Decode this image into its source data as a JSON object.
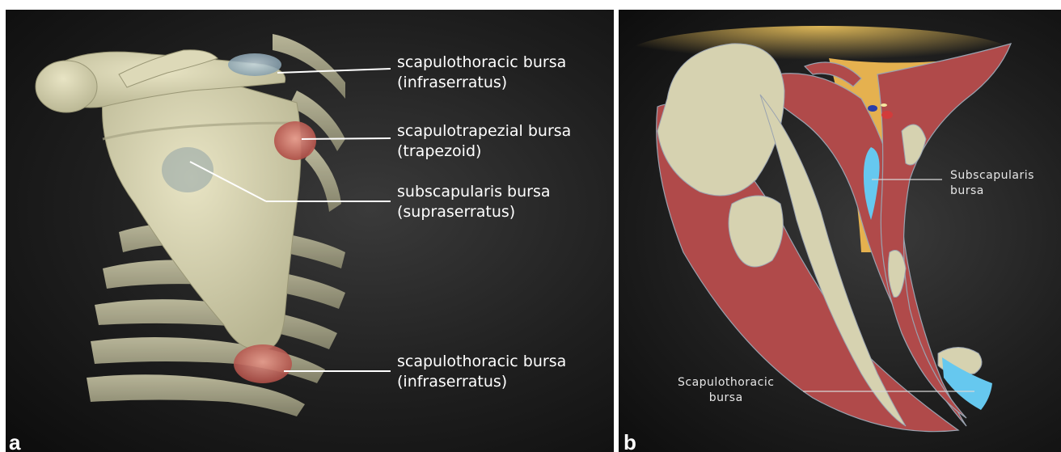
{
  "panel_a": {
    "letter": "a",
    "labels": [
      {
        "line1": "scapulothoracic bursa",
        "line2": "(infraserratus)"
      },
      {
        "line1": "scapulotrapezial bursa",
        "line2": "(trapezoid)"
      },
      {
        "line1": "subscapularis bursa",
        "line2": "(supraserratus)"
      },
      {
        "line1": "scapulothoracic bursa",
        "line2": "(infraserratus)"
      }
    ]
  },
  "panel_b": {
    "letter": "b",
    "labels": [
      {
        "line1": "Subscapularis",
        "line2": "bursa"
      },
      {
        "line1": "Scapulothoracic",
        "line2": "bursa"
      }
    ]
  },
  "colors": {
    "bone": "#d6d2b0",
    "muscle": "#b04a4a",
    "fat": "#e5b14f",
    "bursa_blue": "#66c8ef",
    "bursa_red": "#c0504b"
  }
}
